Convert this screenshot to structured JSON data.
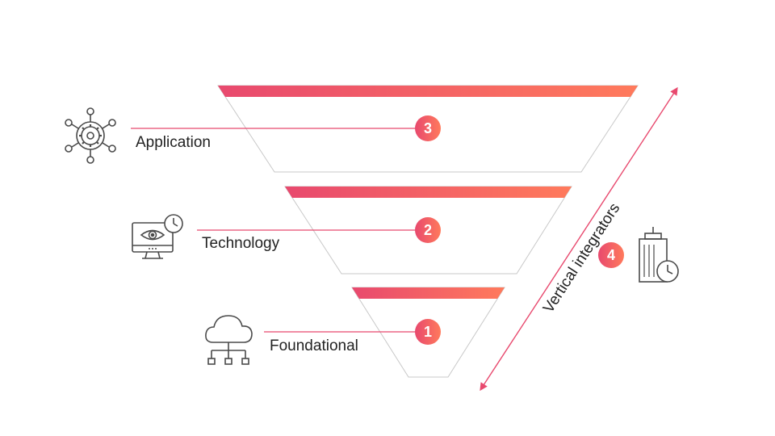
{
  "layers": [
    {
      "number": "3",
      "label": "Application",
      "icon": "gear-network-icon"
    },
    {
      "number": "2",
      "label": "Technology",
      "icon": "monitor-eye-icon"
    },
    {
      "number": "1",
      "label": "Foundational",
      "icon": "cloud-network-icon"
    }
  ],
  "vertical": {
    "label": "Vertical integrators",
    "number": "4",
    "icon": "building-clock-icon"
  },
  "colors": {
    "accent_start": "#e8496e",
    "accent_end": "#ff7a5c",
    "line": "#e8496e",
    "outline": "#c8c8c8",
    "icon": "#4a4a4a"
  }
}
